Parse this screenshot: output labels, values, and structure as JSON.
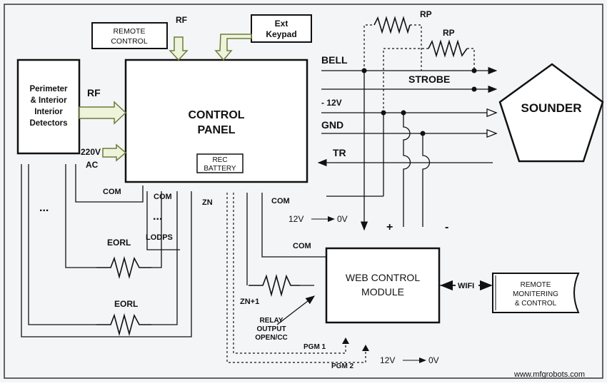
{
  "blocks": {
    "control_panel": [
      "CONTROL",
      "PANEL"
    ],
    "detectors": [
      "Perimeter",
      "& Interior",
      "Interior",
      "Detectors"
    ],
    "remote_control": [
      "REMOTE",
      "CONTROL"
    ],
    "ext_keypad": [
      "Ext",
      "Keypad"
    ],
    "rec_battery": [
      "REC",
      "BATTERY"
    ],
    "sounder": "SOUNDER",
    "web_module": [
      "WEB CONTROL",
      "MODULE"
    ],
    "remote_monitoring": [
      "REMOTE",
      "MONITERING",
      "& CONTROL"
    ]
  },
  "labels": {
    "rf_top": "RF",
    "rf_left": "RF",
    "rp1": "RP",
    "rp2": "RP",
    "bell": "BELL",
    "strobe": "STROBE",
    "minus12v": "- 12V",
    "gnd": "GND",
    "tr": "TR",
    "v220": "220V",
    "ac": "AC",
    "com1": "COM",
    "com2": "COM",
    "com3": "COM",
    "com4": "COM",
    "zn": "ZN",
    "zn1": "ZN+1",
    "dots1": "...",
    "dots2": "...",
    "eorl1": "EORL",
    "eorl2": "EORL",
    "lodps": "LODPS",
    "v12_top": "12V",
    "v0_top": "0V",
    "v12_bot": "12V",
    "v0_bot": "0V",
    "plus": "+",
    "minus": "-",
    "wifi": "WIFI",
    "relay": [
      "RELAY",
      "OUTPUT",
      "OPEN/CC"
    ],
    "pgm1": "PGM 1",
    "pgm2": "PGM 2",
    "watermark": "www.mfgrobots.com"
  }
}
